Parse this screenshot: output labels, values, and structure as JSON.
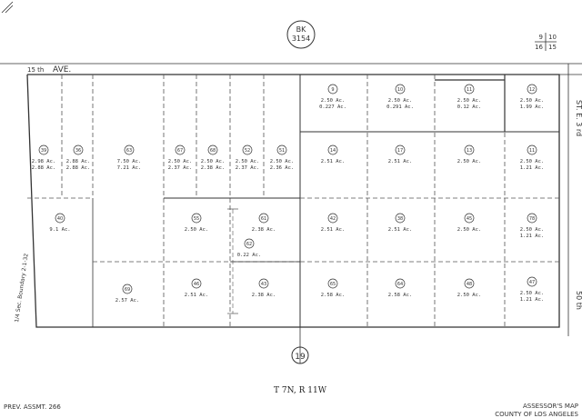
{
  "header": {
    "book_label": "BK",
    "book_number": "3154",
    "ref_grid": [
      "9",
      "10",
      "16",
      "15"
    ]
  },
  "streets": {
    "top": "AVE.",
    "top_corner": "15 th",
    "right_upper": "ST. E. 3 rd",
    "right_lower": "50 th",
    "left_boundary": "1/4 Sec. Boundary 2-1-32"
  },
  "footer": {
    "page_number": "19",
    "township": "T 7N, R 11W",
    "prev_assmt": "PREV. ASSMT. 266",
    "assessor": "ASSESSOR'S MAP",
    "county": "COUNTY OF LOS ANGELES"
  },
  "parcels": [
    {
      "id": "p1",
      "num": "9",
      "area": "2.50 Ac.",
      "sub": "0.227 Ac."
    },
    {
      "id": "p2",
      "num": "10",
      "area": "2.50 Ac.",
      "sub": "0.291 Ac."
    },
    {
      "id": "p3",
      "num": "11",
      "area": "2.50 Ac.",
      "sub": "0.12 Ac."
    },
    {
      "id": "p4",
      "num": "12",
      "area": "2.50 Ac.",
      "sub": "1.99 Ac."
    },
    {
      "id": "p5",
      "num": "39",
      "area": "2.98 Ac.",
      "sub": "2.88 Ac."
    },
    {
      "id": "p6",
      "num": "36",
      "area": "2.88 Ac.",
      "sub": "2.88 Ac."
    },
    {
      "id": "p7",
      "num": "63",
      "area": "7.50 Ac.",
      "sub": "7.21 Ac."
    },
    {
      "id": "p8",
      "num": "67",
      "area": "2.50 Ac.",
      "sub": "2.37 Ac."
    },
    {
      "id": "p9",
      "num": "68",
      "area": "2.50 Ac.",
      "sub": "2.38 Ac."
    },
    {
      "id": "p10",
      "num": "52",
      "area": "2.50 Ac.",
      "sub": "2.37 Ac."
    },
    {
      "id": "p11",
      "num": "51",
      "area": "2.50 Ac.",
      "sub": "2.36 Ac."
    },
    {
      "id": "p12",
      "num": "14",
      "area": "2.51 Ac.",
      "sub": ""
    },
    {
      "id": "p13",
      "num": "17",
      "area": "2.51 Ac.",
      "sub": ""
    },
    {
      "id": "p14",
      "num": "13",
      "area": "2.50 Ac.",
      "sub": ""
    },
    {
      "id": "p15",
      "num": "11",
      "area": "2.50 Ac.",
      "sub": "1.21 Ac."
    },
    {
      "id": "p16",
      "num": "40",
      "area": "9.1 Ac.",
      "sub": ""
    },
    {
      "id": "p17",
      "num": "55",
      "area": "2.50 Ac.",
      "sub": ""
    },
    {
      "id": "p18",
      "num": "61",
      "area": "2.38 Ac.",
      "sub": ""
    },
    {
      "id": "p19",
      "num": "42",
      "area": "2.51 Ac.",
      "sub": ""
    },
    {
      "id": "p20",
      "num": "38",
      "area": "2.51 Ac.",
      "sub": ""
    },
    {
      "id": "p21",
      "num": "45",
      "area": "2.50 Ac.",
      "sub": ""
    },
    {
      "id": "p22",
      "num": "78",
      "area": "2.50 Ac.",
      "sub": "1.21 Ac."
    },
    {
      "id": "p23",
      "num": "62",
      "area": "0.22 Ac.",
      "sub": ""
    },
    {
      "id": "p24",
      "num": "69",
      "area": "2.57 Ac.",
      "sub": ""
    },
    {
      "id": "p25",
      "num": "46",
      "area": "2.51 Ac.",
      "sub": ""
    },
    {
      "id": "p26",
      "num": "43",
      "area": "2.38 Ac.",
      "sub": ""
    },
    {
      "id": "p27",
      "num": "65",
      "area": "2.58 Ac.",
      "sub": ""
    },
    {
      "id": "p28",
      "num": "64",
      "area": "2.58 Ac.",
      "sub": ""
    },
    {
      "id": "p29",
      "num": "48",
      "area": "2.50 Ac.",
      "sub": ""
    },
    {
      "id": "p30",
      "num": "47",
      "area": "2.50 Ac.",
      "sub": "1.21 Ac."
    }
  ]
}
